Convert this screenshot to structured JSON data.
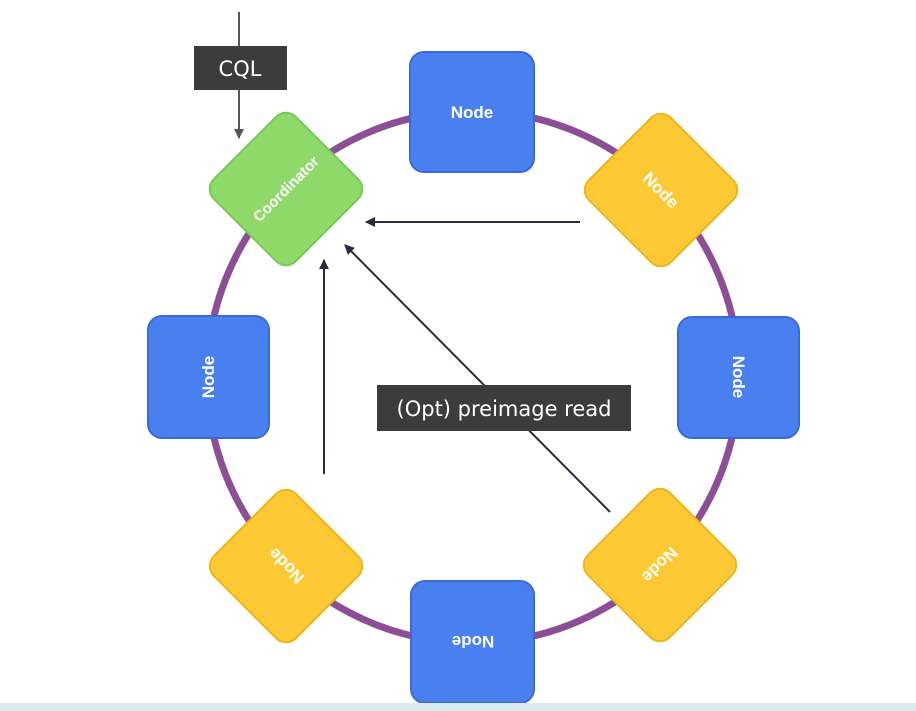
{
  "cql_label": "CQL",
  "coordinator_label": "Coordinator",
  "node_label": "Node",
  "preimage_label": "(Opt) preimage read",
  "colors": {
    "ring": "#8c4f95",
    "node_blue": "#4a7ff0",
    "node_blue_border": "#3a6ad6",
    "node_yellow": "#fcc934",
    "node_yellow_border": "#eab620",
    "coordinator_green": "#8fd86a",
    "coordinator_border": "#7bc856",
    "tag_bg": "#3c3c3c",
    "arrow": "#2a2a40",
    "cql_arrow": "#555555"
  }
}
